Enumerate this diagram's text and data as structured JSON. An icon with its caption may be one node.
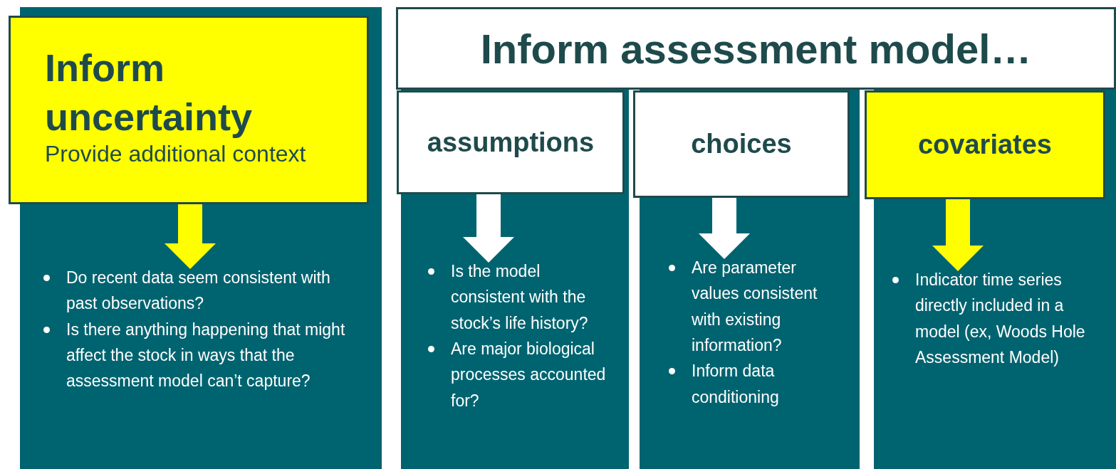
{
  "diagram": {
    "nodes": [
      {
        "text": [
          "Inform uncertainty",
          "Provide additional context"
        ]
      },
      {
        "text": [
          "Do recent data seem consistent with past observations?",
          "Is there anything happening that might affect the stock in ways that the assessment model can’t capture?"
        ]
      },
      {
        "text": [
          "Inform assessment model…"
        ]
      },
      {
        "text": [
          "assumptions"
        ]
      },
      {
        "text": [
          "Is the model consistent with the stock’s life history?",
          "Are major biological processes accounted for?"
        ]
      },
      {
        "text": [
          "choices"
        ]
      },
      {
        "text": [
          "Are parameter values consistent with existing information?",
          "Inform data conditioning"
        ]
      },
      {
        "text": [
          "covariates"
        ]
      },
      {
        "text": [
          "Indicator time series directly included in a model (ex, Woods Hole Assessment Model)"
        ]
      }
    ],
    "edges": [
      {
        "from": 0,
        "to": 1,
        "arrow": "to",
        "color": "#ffff00"
      },
      {
        "from": 3,
        "to": 4,
        "arrow": "to",
        "color": "#ffffff"
      },
      {
        "from": 5,
        "to": 6,
        "arrow": "to",
        "color": "#ffffff"
      },
      {
        "from": 7,
        "to": 8,
        "arrow": "to",
        "color": "#ffff00"
      }
    ]
  }
}
